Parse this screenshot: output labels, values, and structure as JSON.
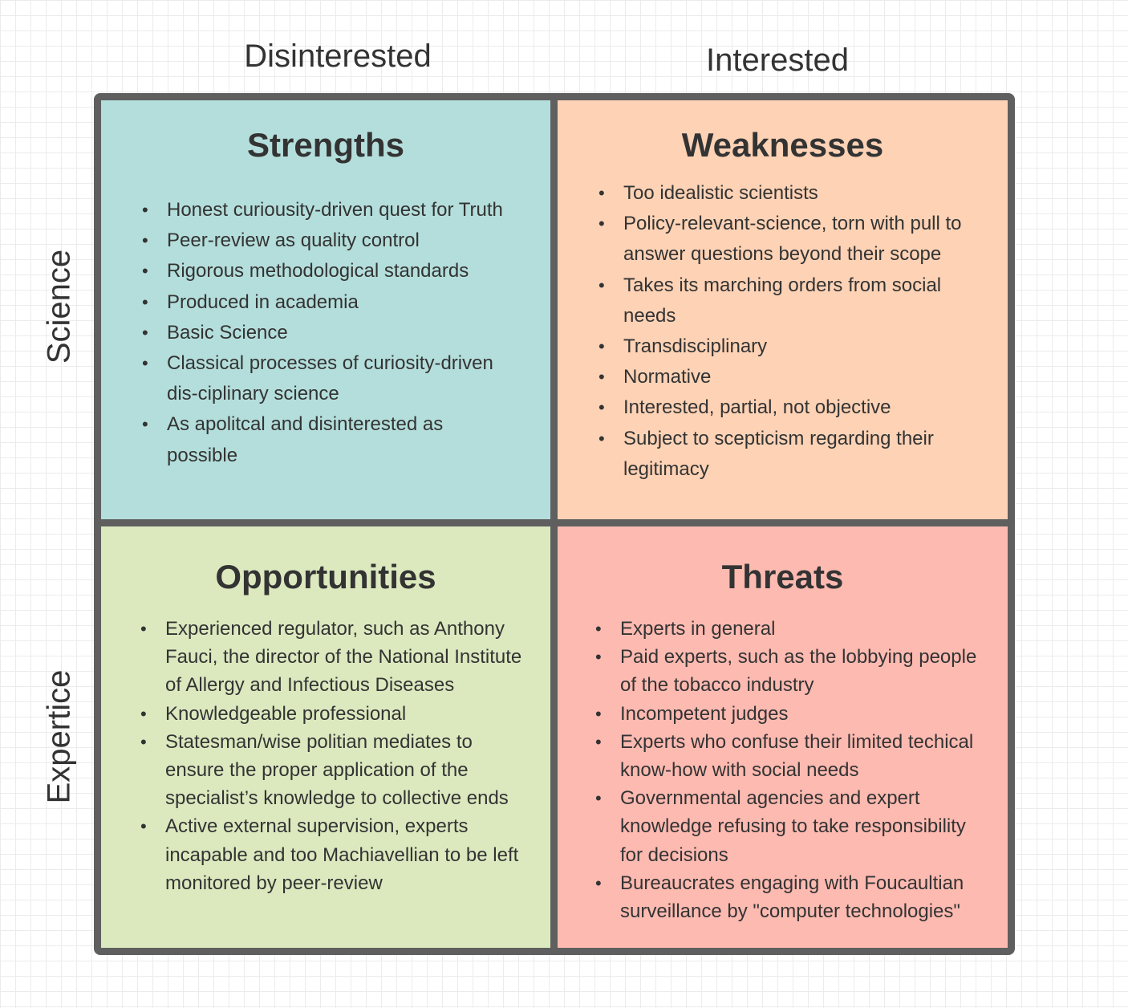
{
  "columns": {
    "left": "Disinterested",
    "right": "Interested"
  },
  "rows": {
    "top": "Science",
    "bottom": "Expertice"
  },
  "colors": {
    "strengths": "#b4dedb",
    "weaknesses": "#fdd2b5",
    "opportunities": "#dce9bf",
    "threats": "#fdbab1",
    "border": "#5f5f5f"
  },
  "quadrants": {
    "strengths": {
      "title": "Strengths",
      "items": [
        "Honest curiousity-driven quest for Truth",
        "Peer-review as quality control",
        "Rigorous methodological standards",
        "Produced in academia",
        "Basic Science",
        "Classical processes of curiosity-driven dis-ciplinary science",
        "As apolitcal and disinterested as possible"
      ]
    },
    "weaknesses": {
      "title": "Weaknesses",
      "items": [
        "Too idealistic scientists",
        "Policy-relevant-science, torn with pull to answer questions beyond their scope",
        "Takes its marching orders from social needs",
        "Transdisciplinary",
        "Normative",
        "Interested, partial, not objective",
        "Subject to scepticism regarding their legitimacy"
      ]
    },
    "opportunities": {
      "title": "Opportunities",
      "items": [
        "Experienced regulator, such as Anthony Fauci, the director of the National Institute of Allergy and Infectious Diseases",
        "Knowledgeable professional",
        "Statesman/wise politian mediates to ensure the proper application of the specialist’s knowledge to collective ends",
        "Active external supervision, experts incapable and too Machiavellian to be left monitored by peer-review"
      ]
    },
    "threats": {
      "title": "Threats",
      "items": [
        "Experts in general",
        "Paid experts, such as the lobbying people of the tobacco industry",
        "Incompetent judges",
        "Experts who confuse their limited techical know-how with social needs",
        "Governmental agencies and expert knowledge refusing to take responsibility for decisions",
        "Bureaucrates engaging with Foucaultian surveillance by \"computer technologies\""
      ]
    }
  }
}
